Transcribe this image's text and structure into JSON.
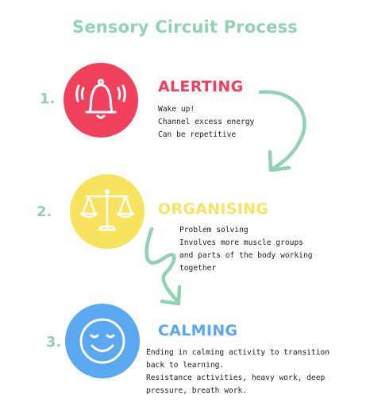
{
  "title": "Sensory Circuit Process",
  "colors": {
    "accent_green": "#8fd3b2",
    "alerting": "#f0405b",
    "organising": "#f7e35e",
    "calming": "#5aa8f0"
  },
  "steps": [
    {
      "number": "1.",
      "heading": "ALERTING",
      "icon": "bell-icon",
      "lines": [
        "Wake up!",
        "Channel excess energy",
        "Can be repetitive"
      ]
    },
    {
      "number": "2.",
      "heading": "ORGANISING",
      "icon": "scales-icon",
      "lines": [
        "Problem solving",
        "Involves more muscle groups",
        "and parts of the body working",
        "together"
      ]
    },
    {
      "number": "3.",
      "heading": "CALMING",
      "icon": "smiley-face-icon",
      "lines": [
        "Ending in calming activity to transition",
        "back to learning.",
        "Resistance activities, heavy work, deep",
        "pressure, breath work."
      ]
    }
  ]
}
